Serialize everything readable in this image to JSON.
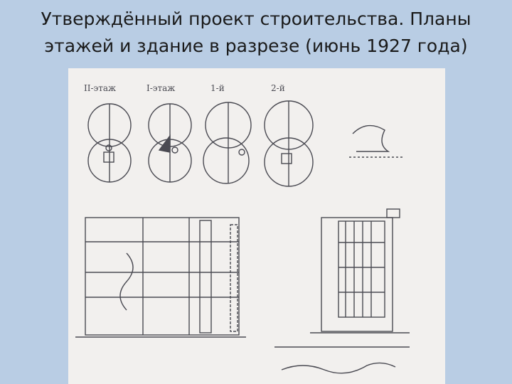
{
  "slide": {
    "title_line1": "Утверждённый проект строительства. Планы",
    "title_line2": "этажей и здание в разрезе (июнь 1927 года)"
  },
  "drawing": {
    "plan_labels": [
      "II-этаж",
      "I-этаж",
      "1-й",
      "2-й"
    ],
    "colors": {
      "background": "#b9cde4",
      "paper": "#f2f0ee",
      "ink": "#4a4a52"
    }
  }
}
